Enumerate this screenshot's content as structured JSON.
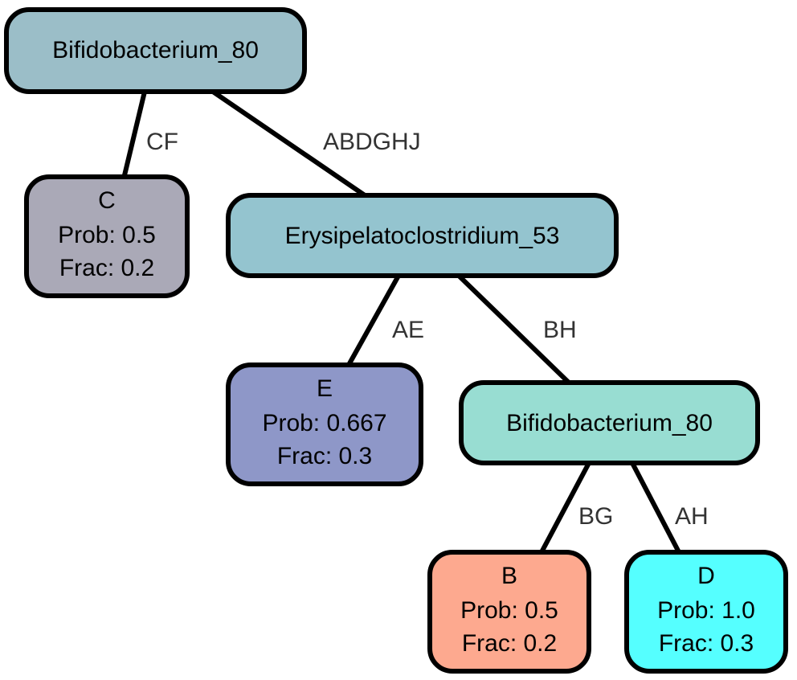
{
  "tree": {
    "nodes": {
      "root": {
        "label": "Bifidobacterium_80",
        "color": "#9bbec8"
      },
      "c": {
        "label": "C",
        "prob": "Prob: 0.5",
        "frac": "Frac: 0.2",
        "color": "#aaa9b7"
      },
      "erys": {
        "label": "Erysipelatoclostridium_53",
        "color": "#94c4cf"
      },
      "e": {
        "label": "E",
        "prob": "Prob: 0.667",
        "frac": "Frac: 0.3",
        "color": "#8e97c8"
      },
      "bif2": {
        "label": "Bifidobacterium_80",
        "color": "#98ddd2"
      },
      "b": {
        "label": "B",
        "prob": "Prob: 0.5",
        "frac": "Frac: 0.2",
        "color": "#fda98f"
      },
      "d": {
        "label": "D",
        "prob": "Prob: 1.0",
        "frac": "Frac: 0.3",
        "color": "#55ffff"
      }
    },
    "edges": {
      "root_c": {
        "label": "CF"
      },
      "root_erys": {
        "label": "ABDGHJ"
      },
      "erys_e": {
        "label": "AE"
      },
      "erys_bif2": {
        "label": "BH"
      },
      "bif2_b": {
        "label": "BG"
      },
      "bif2_d": {
        "label": "AH"
      }
    }
  }
}
